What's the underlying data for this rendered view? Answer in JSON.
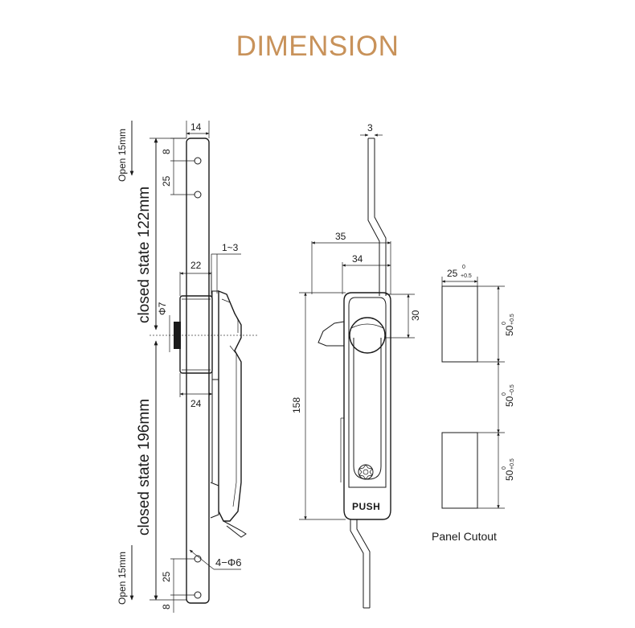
{
  "title": "DIMENSION",
  "colors": {
    "title": "#c8925a",
    "line": "#1a1a1a",
    "background": "#ffffff"
  },
  "side_view": {
    "open_top": "Open 15mm",
    "open_bottom": "Open 15mm",
    "closed_upper": "closed state 122mm",
    "closed_lower": "closed state 196mm",
    "dim_width": "14",
    "dim_top_hole": "8",
    "dim_hole_pitch_top": "25",
    "dim_gap": "1~3",
    "dim_body": "22",
    "dim_phi": "Φ7",
    "dim_base": "24",
    "dim_holes": "4−Φ6",
    "dim_hole_pitch_bottom": "25",
    "dim_bottom_hole": "8"
  },
  "front_view": {
    "dim_rod": "3",
    "dim_outer": "35",
    "dim_inner": "34",
    "dim_knob": "30",
    "dim_height": "158",
    "push_label": "PUSH"
  },
  "panel_cutout": {
    "label": "Panel Cutout",
    "width": "25",
    "width_tol_upper": "0",
    "width_tol_lower": "+0.5",
    "dims": [
      {
        "value": "50",
        "tol_upper": "0",
        "tol_lower": "+0.5"
      },
      {
        "value": "50",
        "tol_upper": "0",
        "tol_lower": "−0.5"
      },
      {
        "value": "50",
        "tol_upper": "0",
        "tol_lower": "+0.5"
      }
    ]
  }
}
